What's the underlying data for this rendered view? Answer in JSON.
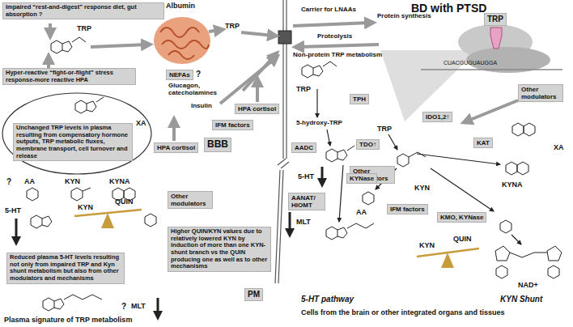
{
  "diagram": {
    "nodes": [
      {
        "text": [
          "Impaired “rest-and-digest” response diet, gut absorption ?"
        ]
      },
      {
        "text": [
          "Hyper-reactive “fight-or-flight” stress response-more reactive HPA"
        ]
      },
      {
        "text": [
          "NEFAs"
        ]
      },
      {
        "text": [
          "Unchanged TRP levels in plasma resulting from compensatory hormone outputs, TRP metabolic fluxes, membrane transport, cell turnover and release"
        ]
      },
      {
        "text": [
          "HPA cortisol"
        ]
      },
      {
        "text": [
          "BBB"
        ]
      },
      {
        "text": [
          "IFM factors"
        ]
      },
      {
        "text": [
          "Other modulators"
        ]
      },
      {
        "text": [
          "Higher QUIN/KYN values due to relatively lowered KYN by induction of more than one KYN-shunt branch vs the QUIN producing one as well as to other mechanisms"
        ]
      },
      {
        "text": [
          "Reduced plasma 5-HT levels resulting not only from impaired TRP and Kyn shunt metabolism but also from other modulators and mechanisms"
        ]
      },
      {
        "text": [
          "HPA cortisol"
        ]
      },
      {
        "text": [
          "TPH"
        ]
      },
      {
        "text": [
          "AADC"
        ]
      },
      {
        "text": [
          "Other modulators"
        ]
      },
      {
        "text": [
          "AANAT/ HIOMT"
        ]
      },
      {
        "text": [
          "PM"
        ]
      },
      {
        "text": [
          "TRP"
        ]
      },
      {
        "text": [
          "IDO1,2↑"
        ]
      },
      {
        "text": [
          "TDO↑"
        ]
      },
      {
        "text": [
          "Other modulators"
        ]
      },
      {
        "text": [
          "KAT"
        ]
      },
      {
        "text": [
          "KYNase"
        ]
      },
      {
        "text": [
          "IFM factors"
        ]
      },
      {
        "text": [
          "KMO, KYNase"
        ]
      }
    ],
    "labels": [
      "TRP",
      "Albumin",
      "TRP",
      "?",
      "Glucagon, catecholamines",
      "Insulin",
      "Carrier for LNAAs",
      "BD with PTSD",
      "Proteolysis",
      "Protein synthesis",
      "CUACGUGUAUGGA",
      "Non-protein TRP metabolism",
      "TRP",
      "5-hydroxy-TRP",
      "5-HT",
      "MLT",
      "5-HT pathway",
      "KYN Shunt",
      "Cells from the brain or other integrated organs and tissues",
      "TRP",
      "KYN",
      "XA",
      "KYNA",
      "AA",
      "KYN",
      "QUIN",
      "NAD+",
      "XA",
      "?",
      "AA",
      "KYN",
      "KYNA",
      "5-HT",
      "KYN",
      "QUIN",
      "?",
      "MLT",
      "Plasma signature of TRP metabolism"
    ]
  }
}
